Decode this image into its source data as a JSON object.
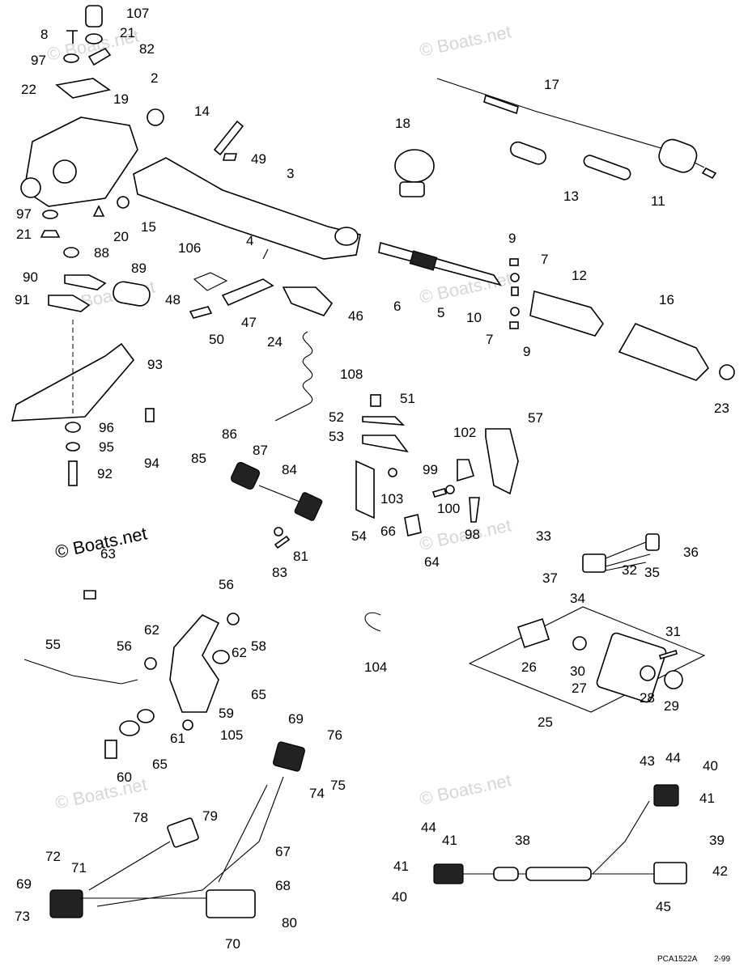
{
  "watermarks": [
    "© Boats.net",
    "© Boats.net",
    "© Boats.net",
    "© Boats.net",
    "© Boats.net",
    "© Boats.net",
    "© Boats.net",
    "© Boats.net"
  ],
  "footer": {
    "code": "PCA1522A",
    "date": "2-99"
  },
  "callouts": [
    "107",
    "8",
    "21",
    "97",
    "82",
    "22",
    "2",
    "19",
    "14",
    "49",
    "3",
    "97",
    "21",
    "20",
    "15",
    "88",
    "18",
    "17",
    "13",
    "11",
    "4",
    "106",
    "89",
    "90",
    "91",
    "48",
    "47",
    "50",
    "46",
    "24",
    "9",
    "7",
    "6",
    "5",
    "10",
    "7",
    "9",
    "12",
    "16",
    "108",
    "93",
    "96",
    "95",
    "92",
    "94",
    "51",
    "52",
    "53",
    "86",
    "87",
    "85",
    "84",
    "102",
    "57",
    "99",
    "103",
    "100",
    "98",
    "54",
    "66",
    "64",
    "83",
    "81",
    "63",
    "33",
    "36",
    "37",
    "32",
    "35",
    "34",
    "56",
    "62",
    "58",
    "55",
    "56",
    "62",
    "65",
    "59",
    "61",
    "105",
    "65",
    "60",
    "104",
    "31",
    "26",
    "30",
    "27",
    "28",
    "29",
    "25",
    "69",
    "76",
    "75",
    "74",
    "78",
    "79",
    "67",
    "72",
    "71",
    "69",
    "73",
    "68",
    "80",
    "70",
    "43",
    "44",
    "40",
    "41",
    "44",
    "41",
    "38",
    "39",
    "41",
    "42",
    "40",
    "45",
    "23"
  ]
}
